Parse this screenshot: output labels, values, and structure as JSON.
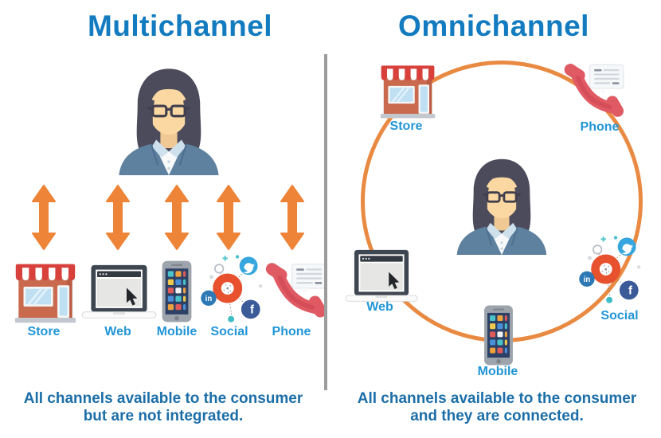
{
  "left": {
    "title": "Multichannel",
    "channels": [
      {
        "id": "store",
        "label": "Store"
      },
      {
        "id": "web",
        "label": "Web"
      },
      {
        "id": "mobile",
        "label": "Mobile"
      },
      {
        "id": "social",
        "label": "Social"
      },
      {
        "id": "phone",
        "label": "Phone"
      }
    ],
    "caption_line1": "All channels available to the consumer",
    "caption_line2": "but are not integrated."
  },
  "right": {
    "title": "Omnichannel",
    "channels": [
      {
        "id": "store",
        "label": "Store"
      },
      {
        "id": "phone",
        "label": "Phone"
      },
      {
        "id": "web",
        "label": "Web"
      },
      {
        "id": "social",
        "label": "Social"
      },
      {
        "id": "mobile",
        "label": "Mobile"
      }
    ],
    "caption_line1": "All channels available to the consumer",
    "caption_line2": "and they are connected."
  },
  "icons": {
    "person": "customer-avatar",
    "store": "storefront-icon",
    "web": "laptop-icon",
    "mobile": "smartphone-icon",
    "social": "social-media-icon",
    "phone": "telephone-icon",
    "arrow": "two-way-arrow-icon"
  },
  "colors": {
    "title_blue": "#137BC0",
    "label_blue": "#2196D6",
    "caption_blue": "#1C6EA8",
    "arrow_orange": "#ED8438",
    "ring_orange": "#E98A43",
    "divider_gray": "#9C9C9C"
  }
}
